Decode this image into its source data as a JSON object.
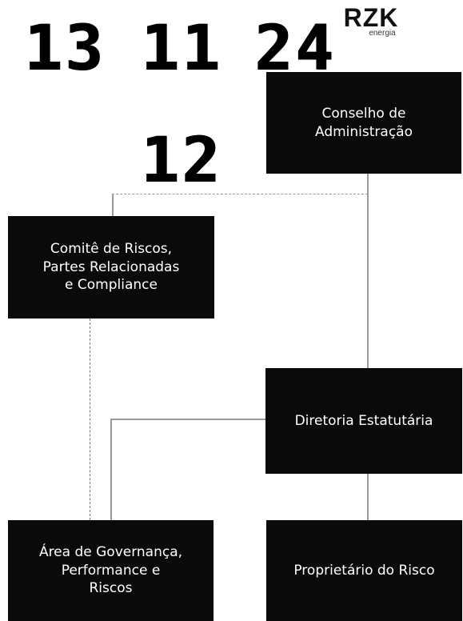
{
  "header": {
    "numbers": [
      "13",
      "11",
      "24",
      "12"
    ],
    "logo": {
      "brand": "RZK",
      "tagline": "energia"
    }
  },
  "nodes": {
    "board": {
      "lines": [
        "Conselho de",
        "Administração"
      ]
    },
    "risk_committee": {
      "lines": [
        "Comitê de Riscos,",
        "Partes Relacionadas",
        "e Compliance"
      ]
    },
    "executive_board": {
      "lines": [
        "Diretoria Estatutária"
      ]
    },
    "governance_area": {
      "lines": [
        "Área de Governança,",
        "Performance e",
        "Riscos"
      ]
    },
    "risk_owner": {
      "lines": [
        "Proprietário do Risco"
      ]
    }
  },
  "colors": {
    "box_fill": "#0a0a0a",
    "box_text": "#ffffff",
    "connector": "#9a9a9a"
  }
}
